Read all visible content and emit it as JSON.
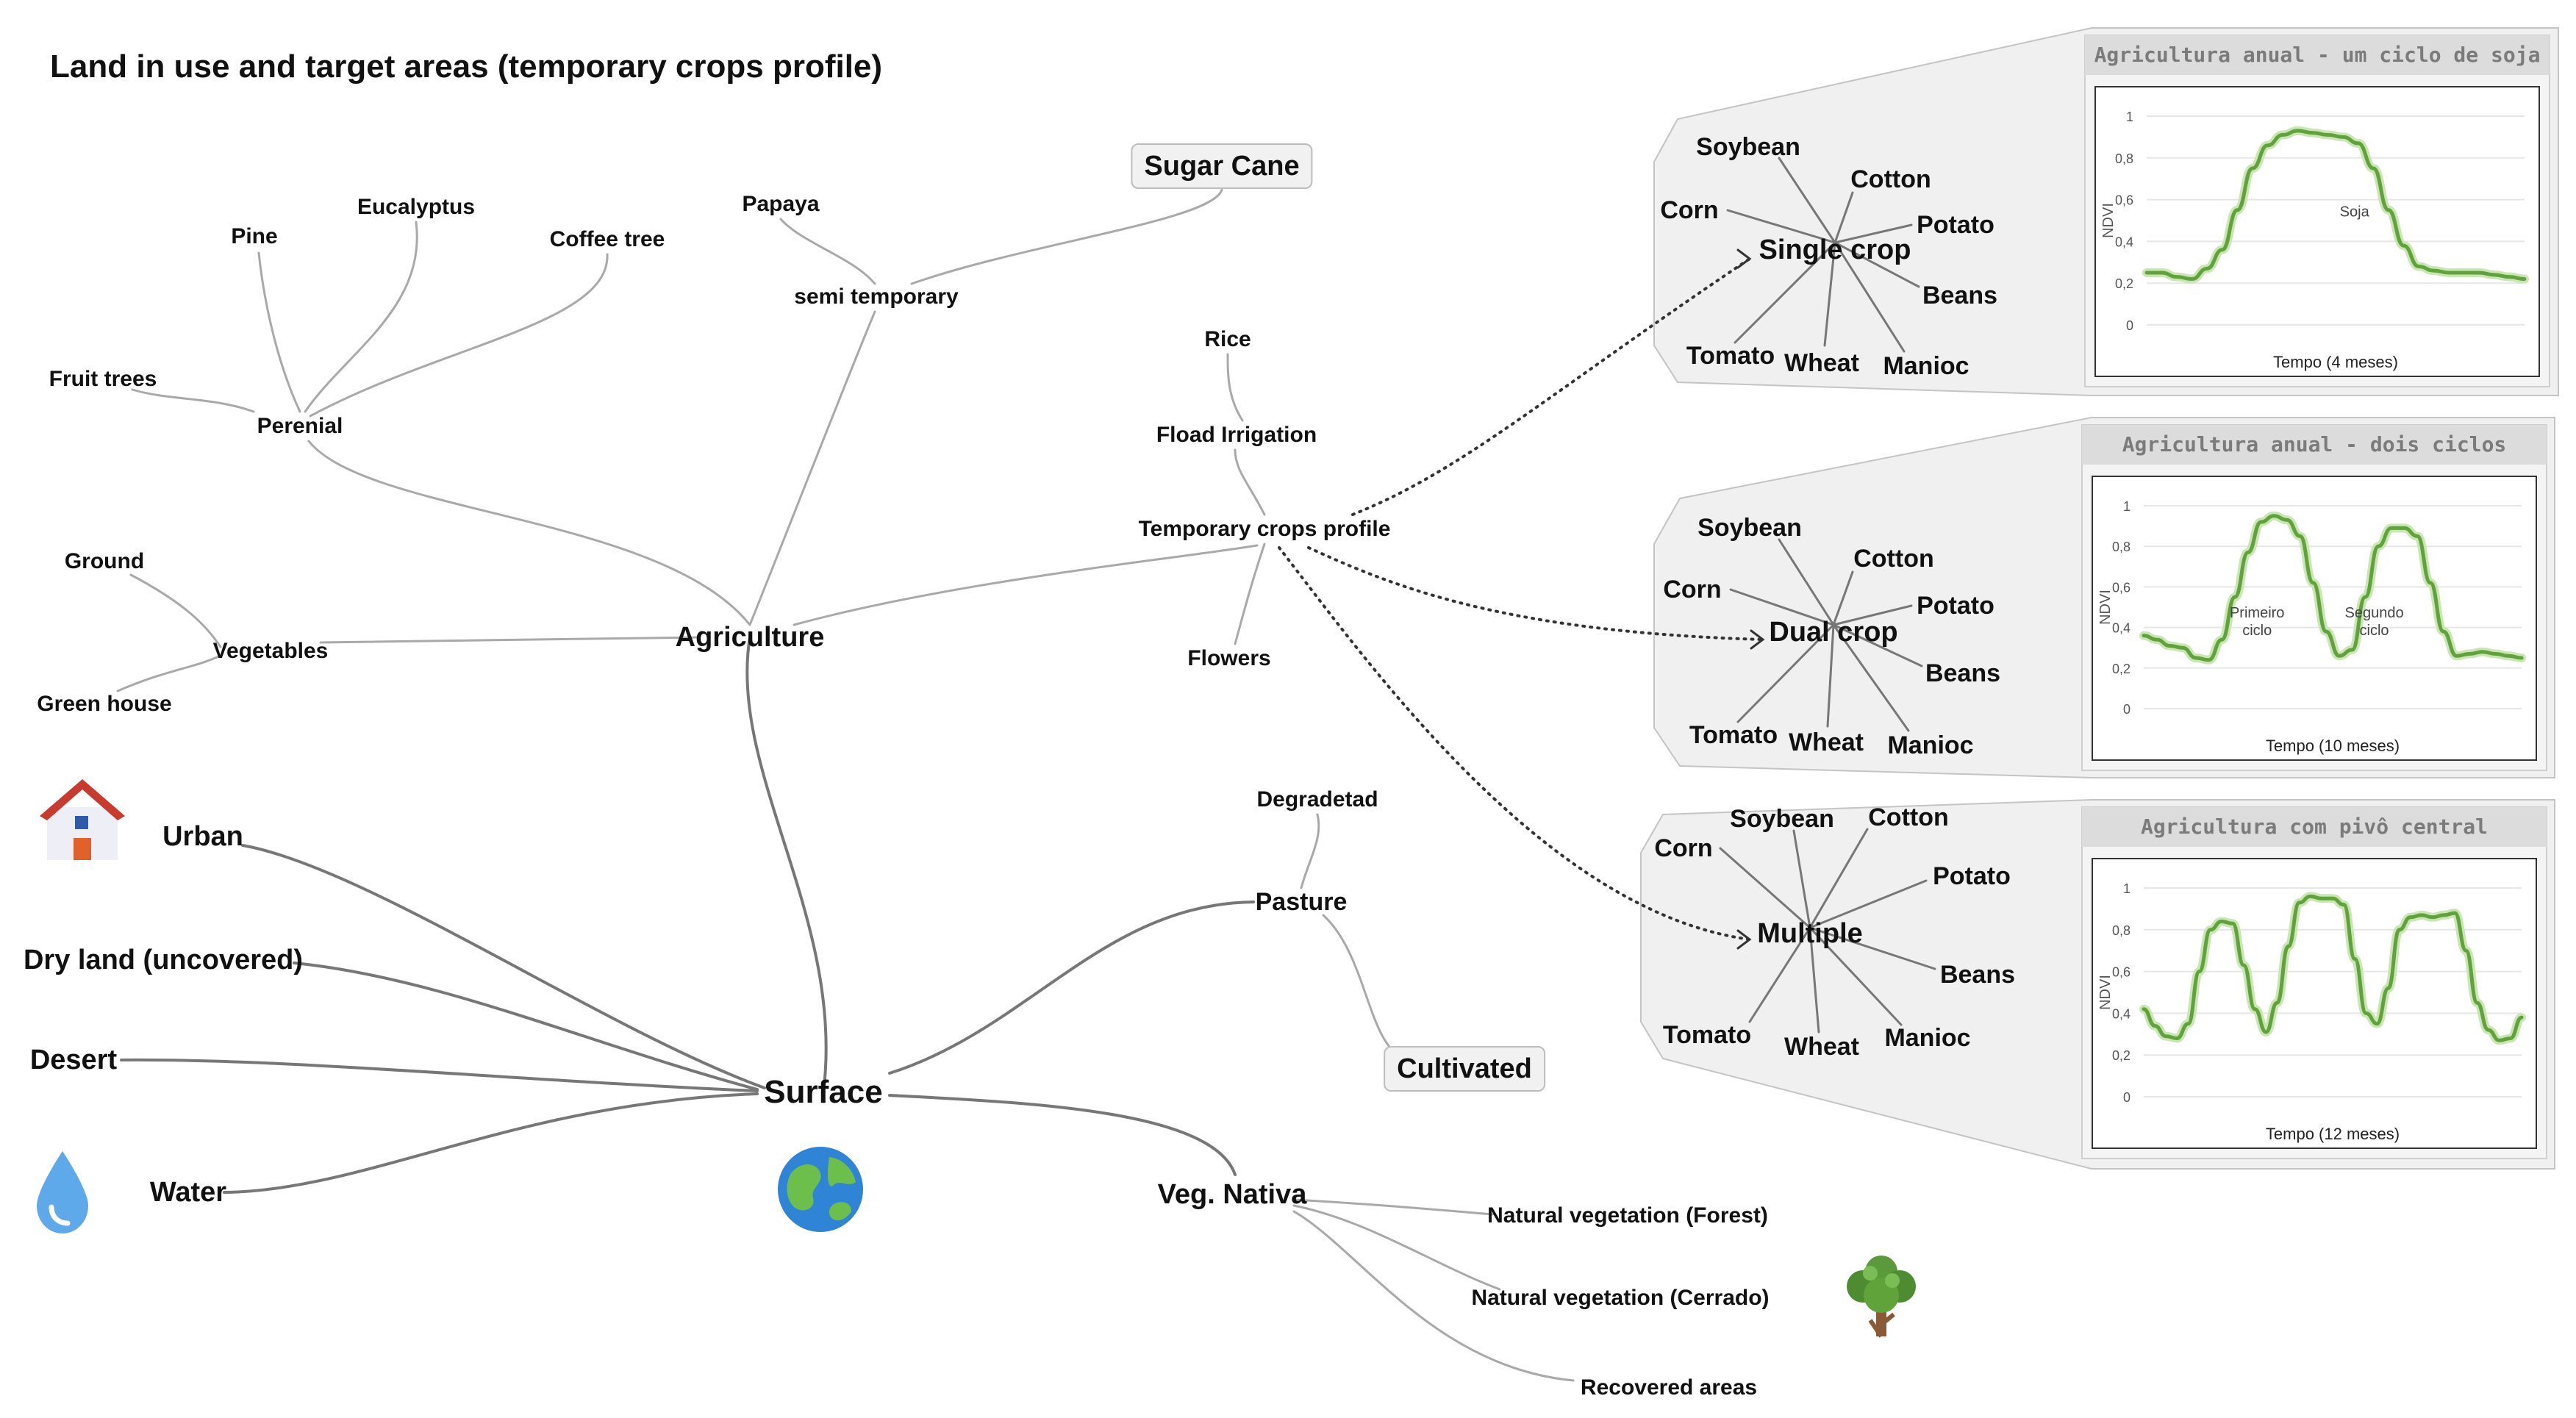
{
  "title": "Land in use and target areas (temporary crops profile)",
  "nodes": {
    "surface": "Surface",
    "agriculture": "Agriculture",
    "urban": "Urban",
    "dry_land": "Dry land (uncovered)",
    "desert": "Desert",
    "water": "Water",
    "veg_nativa": "Veg. Nativa",
    "natural_forest": "Natural vegetation (Forest)",
    "natural_cerrado": "Natural vegetation (Cerrado)",
    "recovered": "Recovered areas",
    "pasture": "Pasture",
    "degraded": "Degradetad",
    "cultivated": "Cultivated",
    "perennial": "Perenial",
    "pine": "Pine",
    "eucalyptus": "Eucalyptus",
    "coffee": "Coffee tree",
    "fruit_trees": "Fruit trees",
    "vegetables": "Vegetables",
    "ground": "Ground",
    "green_house": "Green house",
    "semi_temporary": "semi temporary",
    "papaya": "Papaya",
    "sugar_cane": "Sugar Cane",
    "temporary_profile": "Temporary crops profile",
    "rice": "Rice",
    "flood_irrigation": "Fload Irrigation",
    "flowers": "Flowers"
  },
  "crop_groups": [
    {
      "center": "Single crop",
      "crops": [
        "Soybean",
        "Cotton",
        "Corn",
        "Potato",
        "Beans",
        "Tomato",
        "Wheat",
        "Manioc"
      ],
      "chart": {
        "title": "Agricultura anual - um ciclo de soja",
        "xlabel": "Tempo (4 meses)",
        "annotations": [
          "Soja"
        ]
      }
    },
    {
      "center": "Dual crop",
      "crops": [
        "Soybean",
        "Cotton",
        "Corn",
        "Potato",
        "Beans",
        "Tomato",
        "Wheat",
        "Manioc"
      ],
      "chart": {
        "title": "Agricultura anual - dois ciclos",
        "xlabel": "Tempo (10 meses)",
        "annotations": [
          "Primeiro ciclo",
          "Segundo ciclo"
        ]
      }
    },
    {
      "center": "Multiple",
      "crops": [
        "Soybean",
        "Cotton",
        "Corn",
        "Potato",
        "Beans",
        "Tomato",
        "Wheat",
        "Manioc"
      ],
      "chart": {
        "title": "Agricultura com pivô central",
        "xlabel": "Tempo (12 meses)",
        "annotations": []
      }
    }
  ],
  "chart_data": [
    {
      "type": "line",
      "title": "Agricultura anual - um ciclo de soja",
      "xlabel": "Tempo (4 meses)",
      "ylabel": "NDVI",
      "ylim": [
        0,
        1
      ],
      "yticks": [
        "0",
        "0,2",
        "0,4",
        "0,6",
        "0,8",
        "1"
      ],
      "grid": true,
      "series": [
        {
          "values": [
            0.25,
            0.25,
            0.23,
            0.22,
            0.27,
            0.36,
            0.55,
            0.75,
            0.86,
            0.91,
            0.93,
            0.92,
            0.91,
            0.9,
            0.87,
            0.75,
            0.55,
            0.38,
            0.28,
            0.26,
            0.25,
            0.25,
            0.25,
            0.24,
            0.23,
            0.22
          ]
        }
      ],
      "color": "#5fa33a"
    },
    {
      "type": "line",
      "title": "Agricultura anual - dois ciclos",
      "xlabel": "Tempo (10 meses)",
      "ylabel": "NDVI",
      "ylim": [
        0,
        1
      ],
      "yticks": [
        "0",
        "0,2",
        "0,4",
        "0,6",
        "0,8",
        "1"
      ],
      "grid": true,
      "series": [
        {
          "values": [
            0.36,
            0.34,
            0.31,
            0.3,
            0.25,
            0.24,
            0.34,
            0.55,
            0.77,
            0.92,
            0.95,
            0.93,
            0.85,
            0.62,
            0.38,
            0.26,
            0.29,
            0.55,
            0.8,
            0.89,
            0.89,
            0.85,
            0.62,
            0.38,
            0.26,
            0.27,
            0.28,
            0.27,
            0.26,
            0.25
          ]
        }
      ],
      "color": "#5fa33a"
    },
    {
      "type": "line",
      "title": "Agricultura com pivô central",
      "xlabel": "Tempo (12 meses)",
      "ylabel": "NDVI",
      "ylim": [
        0,
        1
      ],
      "yticks": [
        "0",
        "0,2",
        "0,4",
        "0,6",
        "0,8",
        "1"
      ],
      "grid": true,
      "series": [
        {
          "values": [
            0.42,
            0.34,
            0.29,
            0.28,
            0.35,
            0.6,
            0.8,
            0.84,
            0.83,
            0.63,
            0.42,
            0.31,
            0.45,
            0.72,
            0.93,
            0.96,
            0.95,
            0.95,
            0.92,
            0.66,
            0.4,
            0.35,
            0.52,
            0.8,
            0.86,
            0.87,
            0.86,
            0.87,
            0.88,
            0.7,
            0.45,
            0.32,
            0.27,
            0.28,
            0.38
          ]
        }
      ],
      "color": "#5fa33a"
    }
  ],
  "colors": {
    "line": "#a9a9a9",
    "line_dark": "#777777",
    "curve": "#5fa33a",
    "panel_fill": "#f0f0f0",
    "panel_stroke": "#c4c4c4",
    "chart_header": "#dcdcdc"
  },
  "icons": [
    "house-icon",
    "water-drop-icon",
    "globe-icon",
    "tree-icon"
  ]
}
